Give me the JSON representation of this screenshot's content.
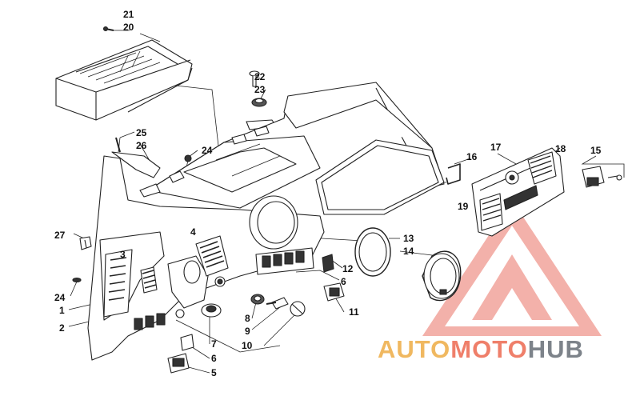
{
  "diagram": {
    "type": "exploded-parts-diagram",
    "callouts": [
      "1",
      "2",
      "3",
      "4",
      "5",
      "6",
      "6",
      "7",
      "8",
      "9",
      "10",
      "11",
      "12",
      "13",
      "14",
      "15",
      "16",
      "17",
      "18",
      "19",
      "20",
      "21",
      "22",
      "23",
      "24",
      "24",
      "25",
      "26",
      "27"
    ]
  },
  "watermark": {
    "text_part1": "AUTO",
    "text_part2": "MOTO",
    "text_part3": "HUB",
    "color_part1": "#f0b860",
    "color_part2": "#ef7f6a",
    "color_part3": "#8a8f96",
    "triangle_color": "#f08a80"
  },
  "colors": {
    "line": "#222222",
    "fill_dark": "#333333",
    "fill_light": "#ffffff"
  }
}
